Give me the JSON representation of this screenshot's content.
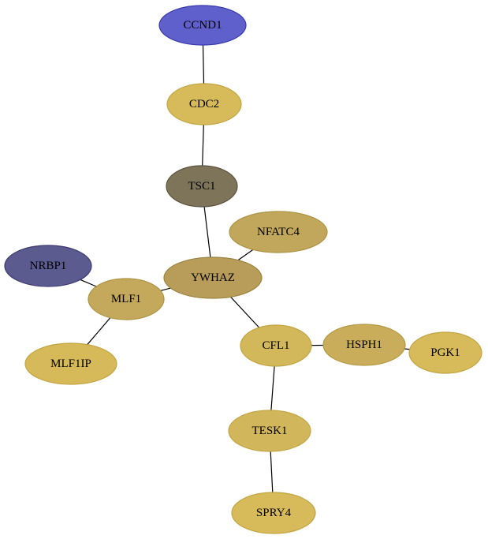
{
  "graph": {
    "nodes": [
      {
        "id": "CCND1",
        "label": "CCND1",
        "fill": "#6060cc",
        "stroke": "#3a3ab0"
      },
      {
        "id": "CDC2",
        "label": "CDC2",
        "fill": "#d7bb5b",
        "stroke": "#c2a542"
      },
      {
        "id": "TSC1",
        "label": "TSC1",
        "fill": "#7d745a",
        "stroke": "#5a523c"
      },
      {
        "id": "NFATC4",
        "label": "NFATC4",
        "fill": "#c0a75b",
        "stroke": "#ad9344"
      },
      {
        "id": "YWHAZ",
        "label": "YWHAZ",
        "fill": "#b79d59",
        "stroke": "#9f8542"
      },
      {
        "id": "NRBP1",
        "label": "NRBP1",
        "fill": "#5c5b8f",
        "stroke": "#3c3b70"
      },
      {
        "id": "MLF1",
        "label": "MLF1",
        "fill": "#c4a95c",
        "stroke": "#ad9344"
      },
      {
        "id": "MLF1IP",
        "label": "MLF1IP",
        "fill": "#d6ba5a",
        "stroke": "#c2a542"
      },
      {
        "id": "CFL1",
        "label": "CFL1",
        "fill": "#d3b75b",
        "stroke": "#c2a542"
      },
      {
        "id": "HSPH1",
        "label": "HSPH1",
        "fill": "#c9ad5a",
        "stroke": "#b39a44"
      },
      {
        "id": "PGK1",
        "label": "PGK1",
        "fill": "#d7bb5b",
        "stroke": "#c2a542"
      },
      {
        "id": "TESK1",
        "label": "TESK1",
        "fill": "#d2b65b",
        "stroke": "#c2a542"
      },
      {
        "id": "SPRY4",
        "label": "SPRY4",
        "fill": "#d7bb5b",
        "stroke": "#c2a542"
      }
    ],
    "edges": [
      {
        "source": "CCND1",
        "target": "CDC2"
      },
      {
        "source": "CDC2",
        "target": "TSC1"
      },
      {
        "source": "TSC1",
        "target": "YWHAZ"
      },
      {
        "source": "NFATC4",
        "target": "YWHAZ"
      },
      {
        "source": "NRBP1",
        "target": "MLF1"
      },
      {
        "source": "MLF1",
        "target": "YWHAZ"
      },
      {
        "source": "MLF1",
        "target": "MLF1IP"
      },
      {
        "source": "YWHAZ",
        "target": "CFL1"
      },
      {
        "source": "CFL1",
        "target": "HSPH1"
      },
      {
        "source": "HSPH1",
        "target": "PGK1"
      },
      {
        "source": "CFL1",
        "target": "TESK1"
      },
      {
        "source": "TESK1",
        "target": "SPRY4"
      }
    ]
  }
}
